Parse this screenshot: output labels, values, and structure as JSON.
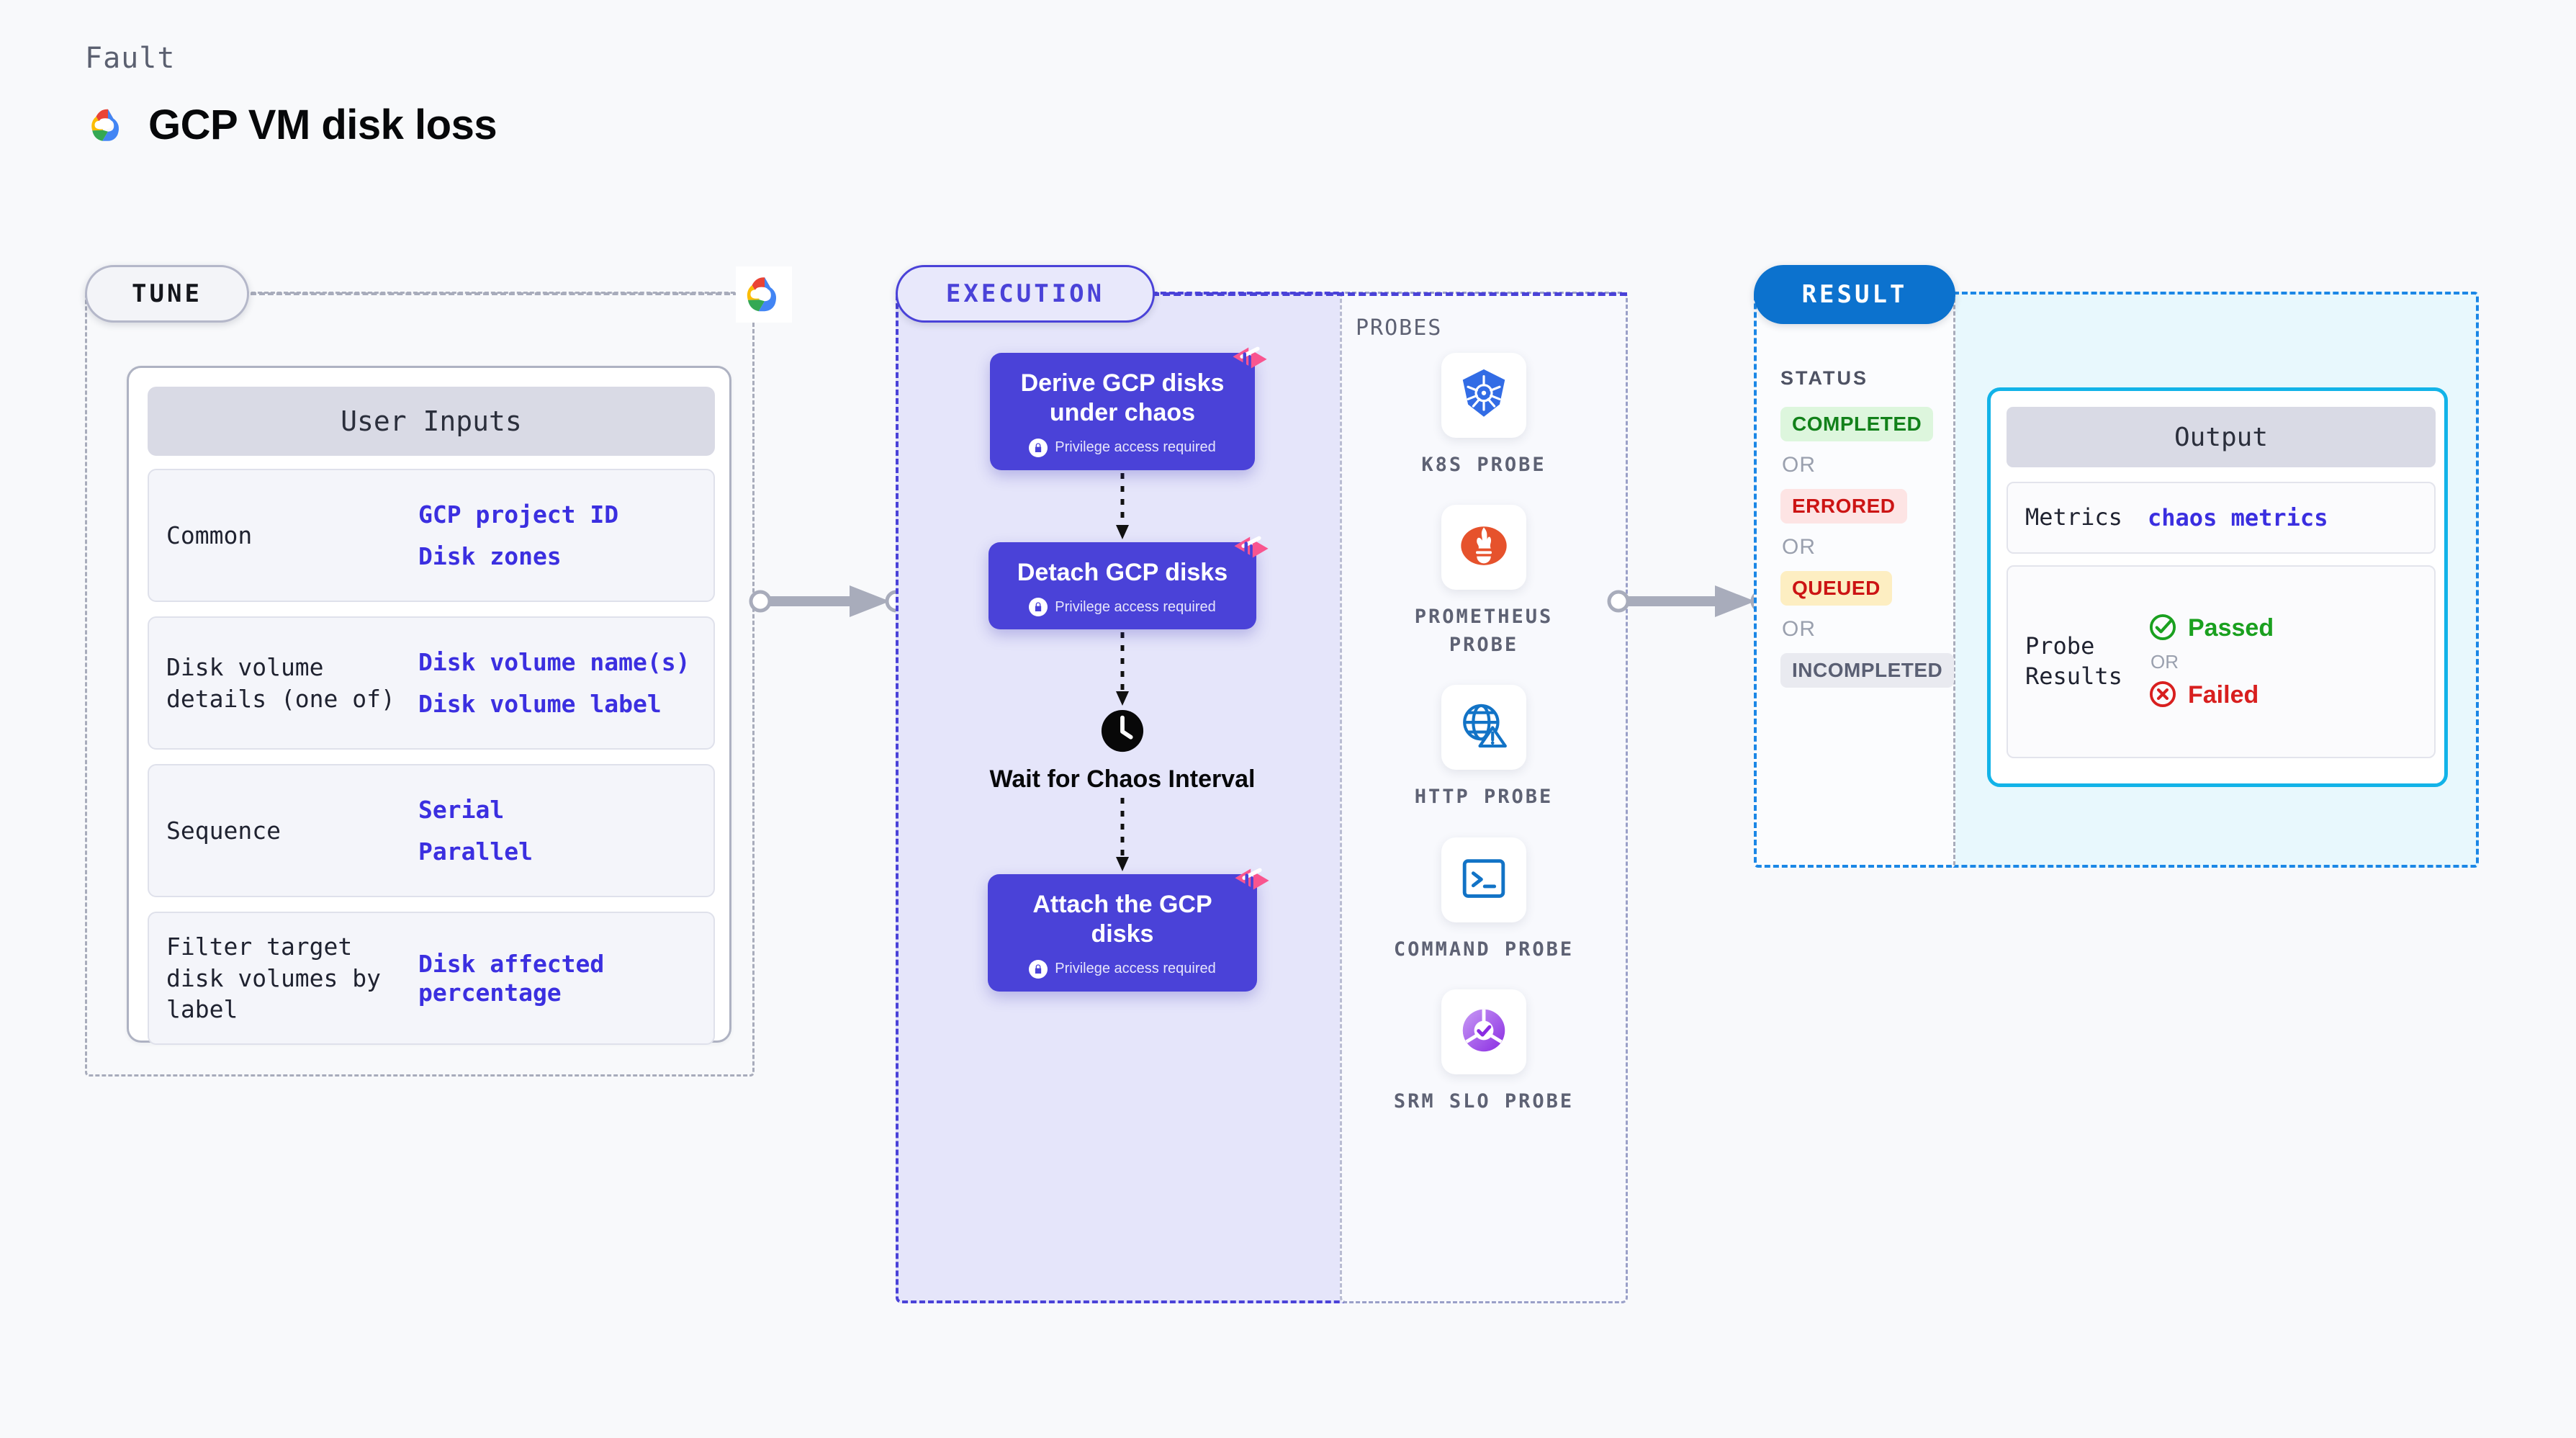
{
  "header": {
    "kicker": "Fault",
    "title": "GCP VM disk loss",
    "logo_icon": "gcp-logo-icon"
  },
  "tune": {
    "pill_label": "TUNE",
    "card_title": "User Inputs",
    "logo_icon": "gcp-logo-icon",
    "rows": [
      {
        "label": "Common",
        "values": [
          "GCP project ID",
          "Disk zones"
        ]
      },
      {
        "label": "Disk volume details (one of)",
        "values": [
          "Disk volume name(s)",
          "Disk volume label"
        ]
      },
      {
        "label": "Sequence",
        "values": [
          "Serial",
          "Parallel"
        ]
      },
      {
        "label": "Filter target disk volumes by label",
        "values": [
          "Disk affected percentage"
        ]
      }
    ]
  },
  "execution": {
    "pill_label": "EXECUTION",
    "nodes": [
      {
        "title": "Derive GCP disks under chaos",
        "privilege": "Privilege access required",
        "badge_icon": "chaos-badge-icon"
      },
      {
        "title": "Detach GCP disks",
        "privilege": "Privilege access required",
        "badge_icon": "chaos-badge-icon"
      },
      {
        "title": "Attach the GCP disks",
        "privilege": "Privilege access required",
        "badge_icon": "chaos-badge-icon"
      }
    ],
    "wait_step": {
      "label": "Wait for Chaos Interval",
      "icon": "clock-icon"
    }
  },
  "probes": {
    "section_label": "PROBES",
    "items": [
      {
        "name": "K8S PROBE",
        "icon": "kubernetes-icon"
      },
      {
        "name": "PROMETHEUS PROBE",
        "icon": "prometheus-icon"
      },
      {
        "name": "HTTP PROBE",
        "icon": "http-globe-warning-icon"
      },
      {
        "name": "COMMAND PROBE",
        "icon": "terminal-icon"
      },
      {
        "name": "SRM SLO PROBE",
        "icon": "srm-slo-icon"
      }
    ]
  },
  "result": {
    "pill_label": "RESULT",
    "status_label": "STATUS",
    "or_label": "OR",
    "statuses": [
      {
        "label": "COMPLETED",
        "style": "completed"
      },
      {
        "label": "ERRORED",
        "style": "errored"
      },
      {
        "label": "QUEUED",
        "style": "queued"
      },
      {
        "label": "INCOMPLETED",
        "style": "incompleted"
      }
    ],
    "output": {
      "title": "Output",
      "metrics_label": "Metrics",
      "metrics_value": "chaos metrics",
      "probe_results_label": "Probe Results",
      "passed_label": "Passed",
      "failed_label": "Failed",
      "or_label": "OR",
      "passed_icon": "check-circle-icon",
      "failed_icon": "x-circle-icon"
    }
  },
  "colors": {
    "accent_purple": "#4a42d8",
    "accent_blue": "#0c72ce",
    "cyan": "#12b3e8",
    "link_blue": "#3b2fe0",
    "pink_badge": "#f9558f",
    "green": "#1aa01f",
    "red": "#d81f1f",
    "gray_dash": "#a8acbb"
  }
}
